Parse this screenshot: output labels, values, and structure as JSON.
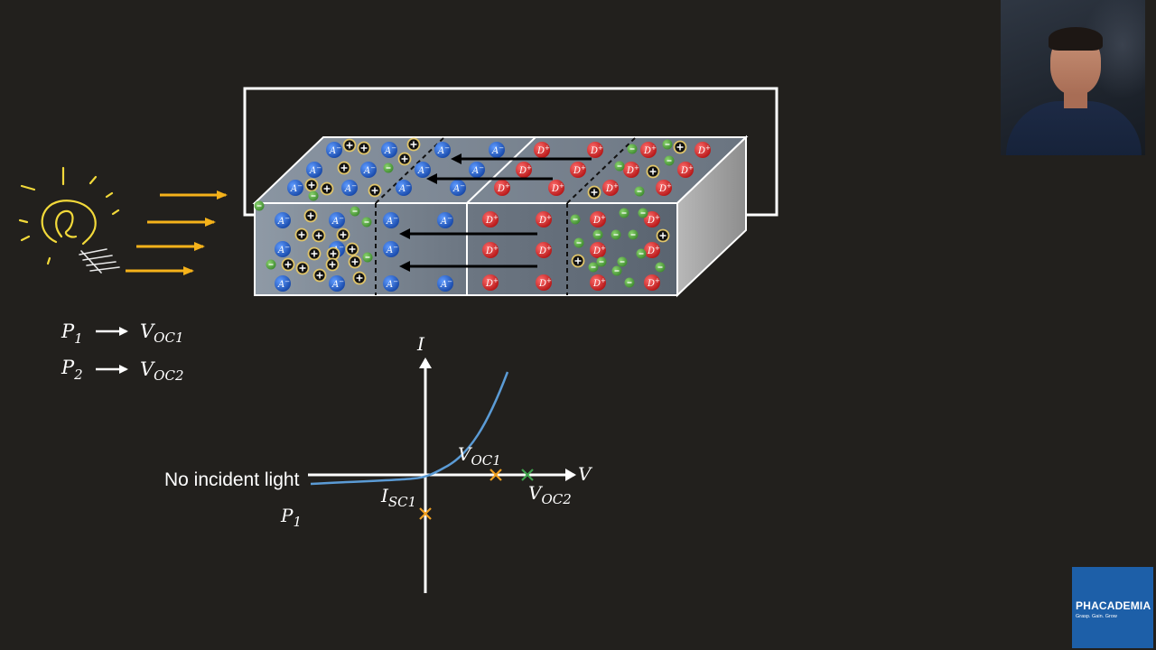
{
  "relations": [
    {
      "lhs": "P",
      "lhs_sub": "1",
      "rhs": "V",
      "rhs_sub": "OC1"
    },
    {
      "lhs": "P",
      "lhs_sub": "2",
      "rhs": "V",
      "rhs_sub": "OC2"
    }
  ],
  "graph": {
    "i_axis": "I",
    "v_axis": "V",
    "voc1_main": "V",
    "voc1_sub": "OC1",
    "voc2_main": "V",
    "voc2_sub": "OC2",
    "isc1_main": "I",
    "isc1_sub": "SC1",
    "no_light_label": "No incident light",
    "p1_main": "P",
    "p1_sub": "1"
  },
  "charges": {
    "acceptor": "A",
    "donor": "D",
    "minus": "−",
    "plus": "+"
  },
  "logo": {
    "name": "PHACADEMIA",
    "tagline": "Grasp. Gain. Grow"
  },
  "colors": {
    "acceptor": "#1f63c9",
    "donor": "#e02b2b",
    "electron": "#5aa84a",
    "hole": "#e0c56a",
    "curve": "#5b9bd5",
    "marker_orange": "#f0a020",
    "marker_green": "#3fa34d",
    "light_arrow": "#f5b21a",
    "bulb": "#f2d93a",
    "logo_bg": "#1d5fa8"
  }
}
